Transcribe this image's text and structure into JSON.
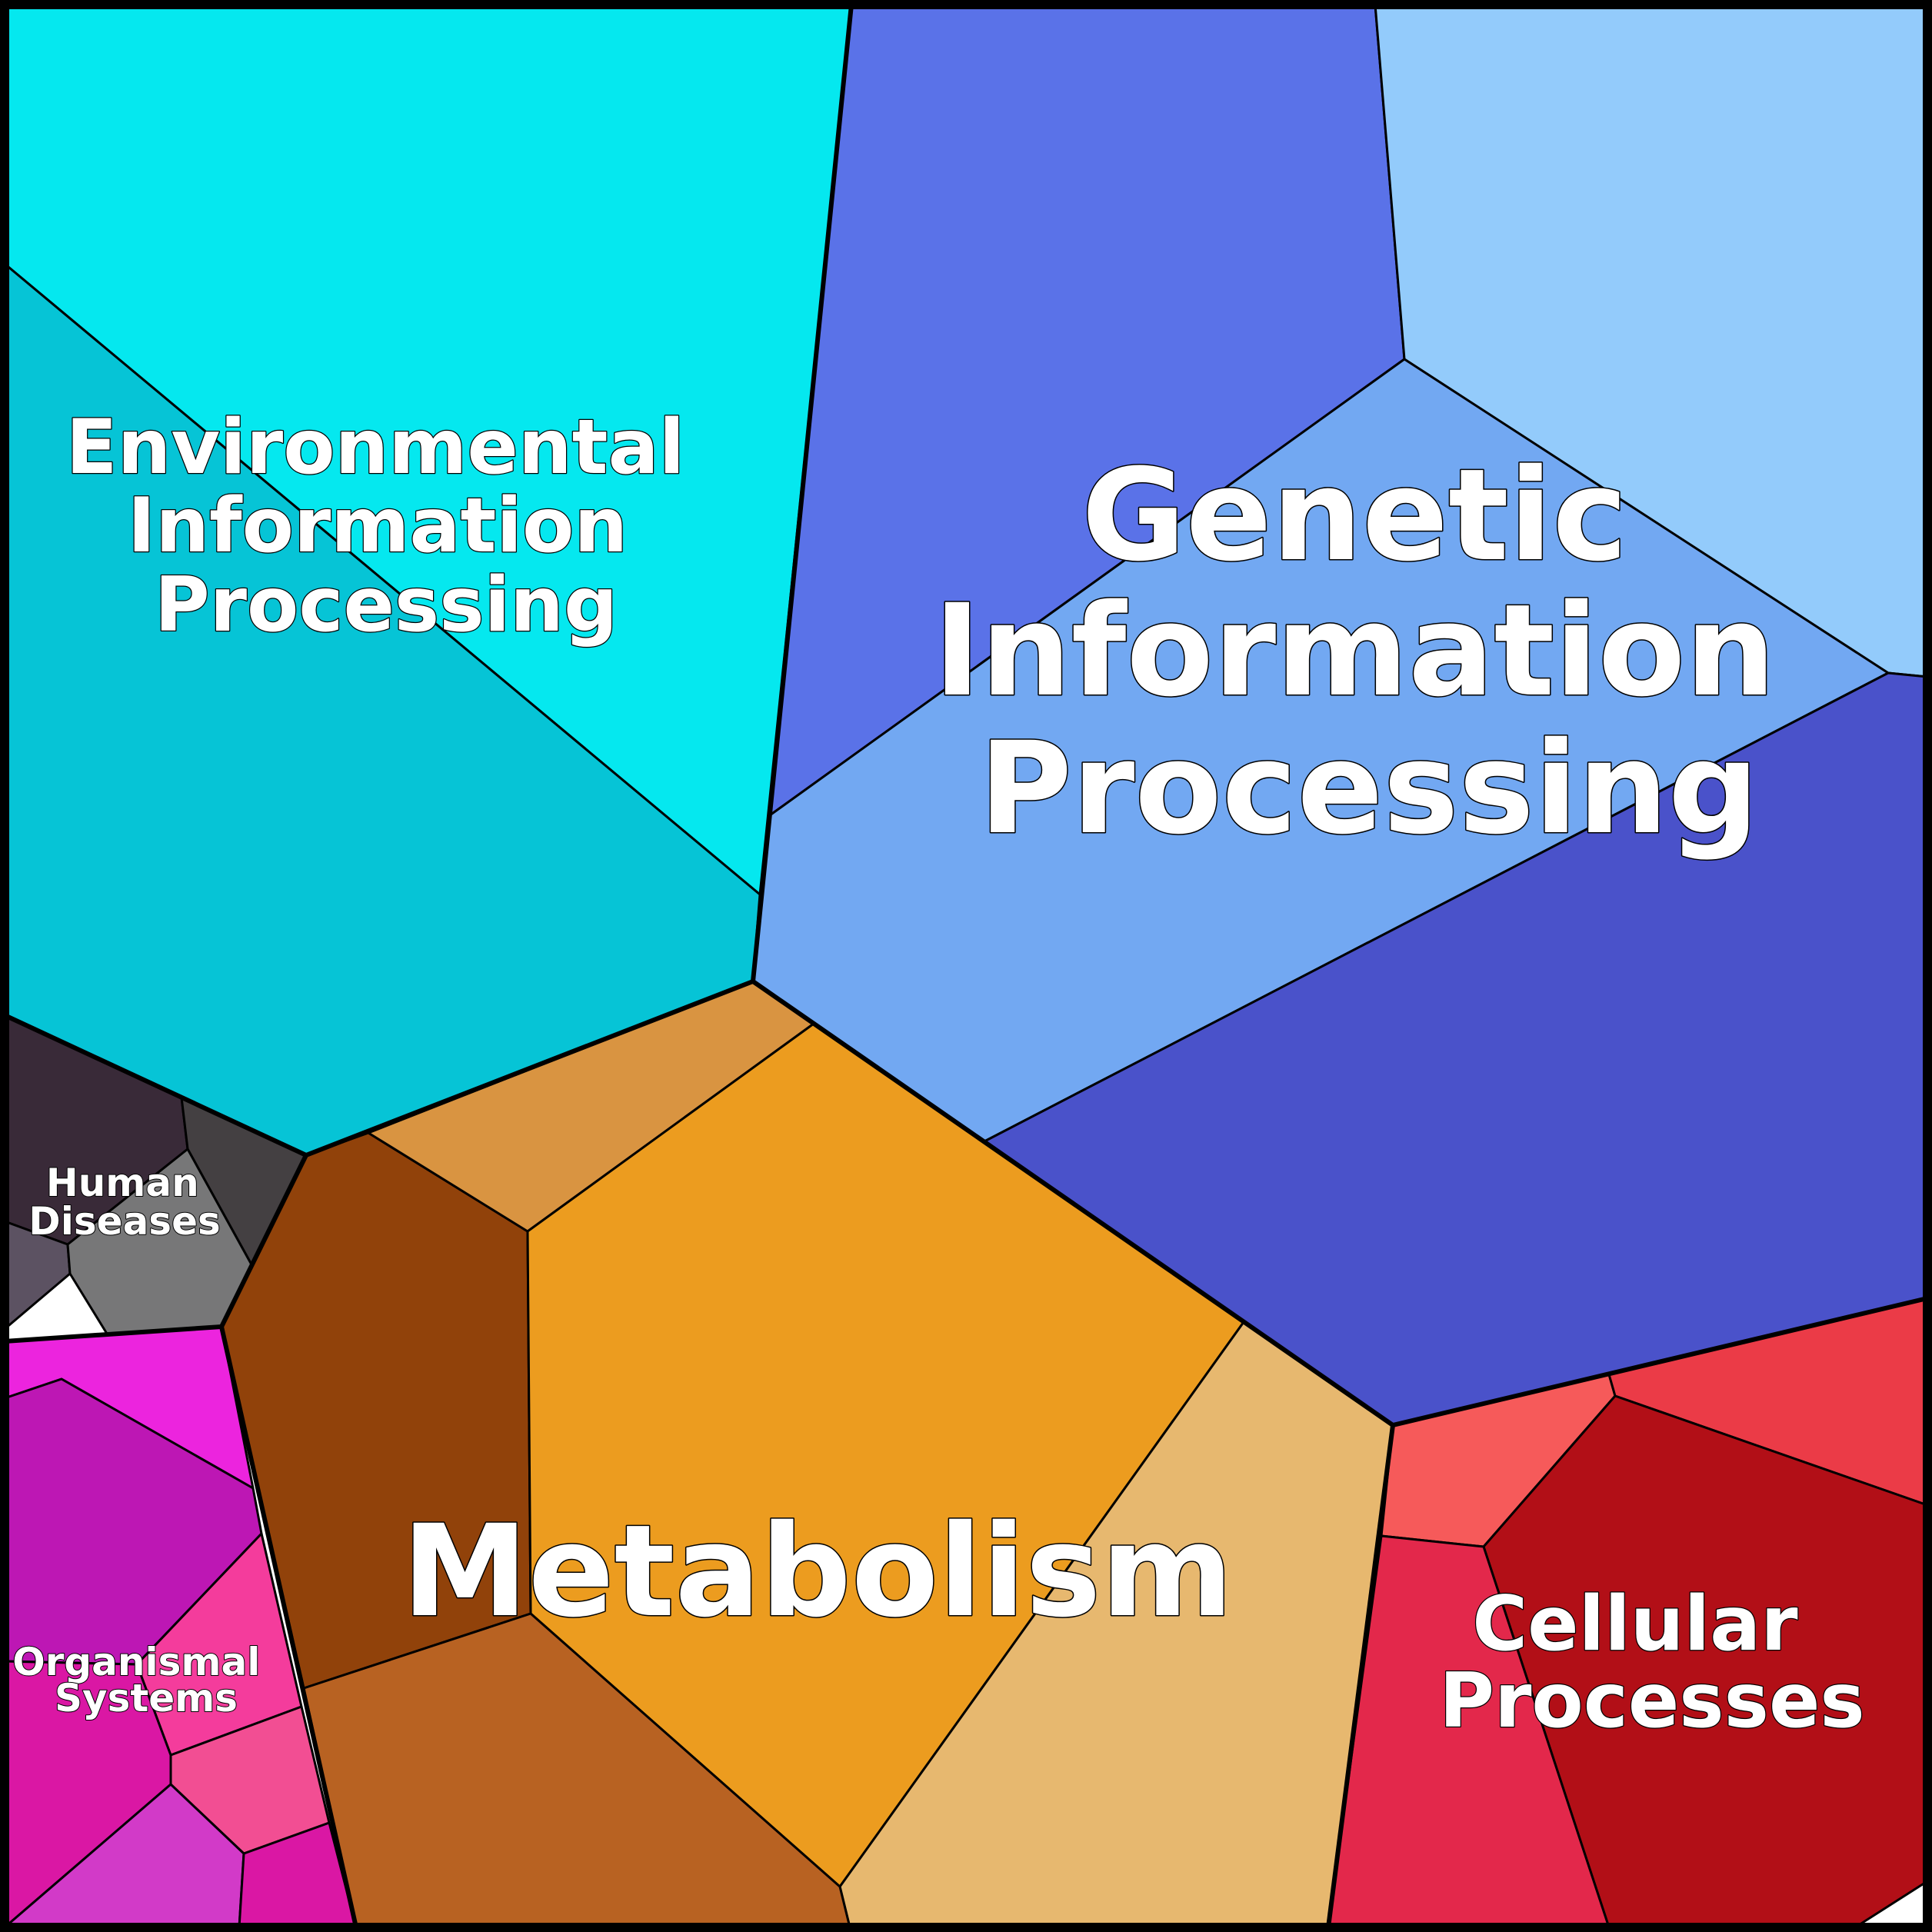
{
  "diagram": {
    "type": "voronoi-treemap",
    "frame_color": "#000000",
    "categories": [
      {
        "key": "metabolism",
        "label_lines": [
          "Metabolism"
        ],
        "colors": [
          "#91420a",
          "#d99441",
          "#ec9c1f",
          "#e7b86f",
          "#b86222"
        ]
      },
      {
        "key": "genetic",
        "label_lines": [
          "Genetic",
          "Information",
          "Processing"
        ],
        "colors": [
          "#5a72e8",
          "#93cbfb",
          "#72a8f2",
          "#4a52ca"
        ]
      },
      {
        "key": "environmental",
        "label_lines": [
          "Environmental",
          "Information",
          "Processing"
        ],
        "colors": [
          "#05e8ef",
          "#06c4d6"
        ]
      },
      {
        "key": "cellular",
        "label_lines": [
          "Cellular",
          "Processes"
        ],
        "colors": [
          "#f65a5a",
          "#eb3b47",
          "#b20f17",
          "#e3284b"
        ]
      },
      {
        "key": "human",
        "label_lines": [
          "Human",
          "Diseases"
        ],
        "colors": [
          "#392a38",
          "#444042",
          "#5c5262",
          "#777778"
        ]
      },
      {
        "key": "organismal",
        "label_lines": [
          "Organismal",
          "Systems"
        ],
        "colors": [
          "#bd17b4",
          "#ec24de",
          "#f43c9c",
          "#da17a4",
          "#f24e93",
          "#d23ac8"
        ]
      }
    ]
  }
}
